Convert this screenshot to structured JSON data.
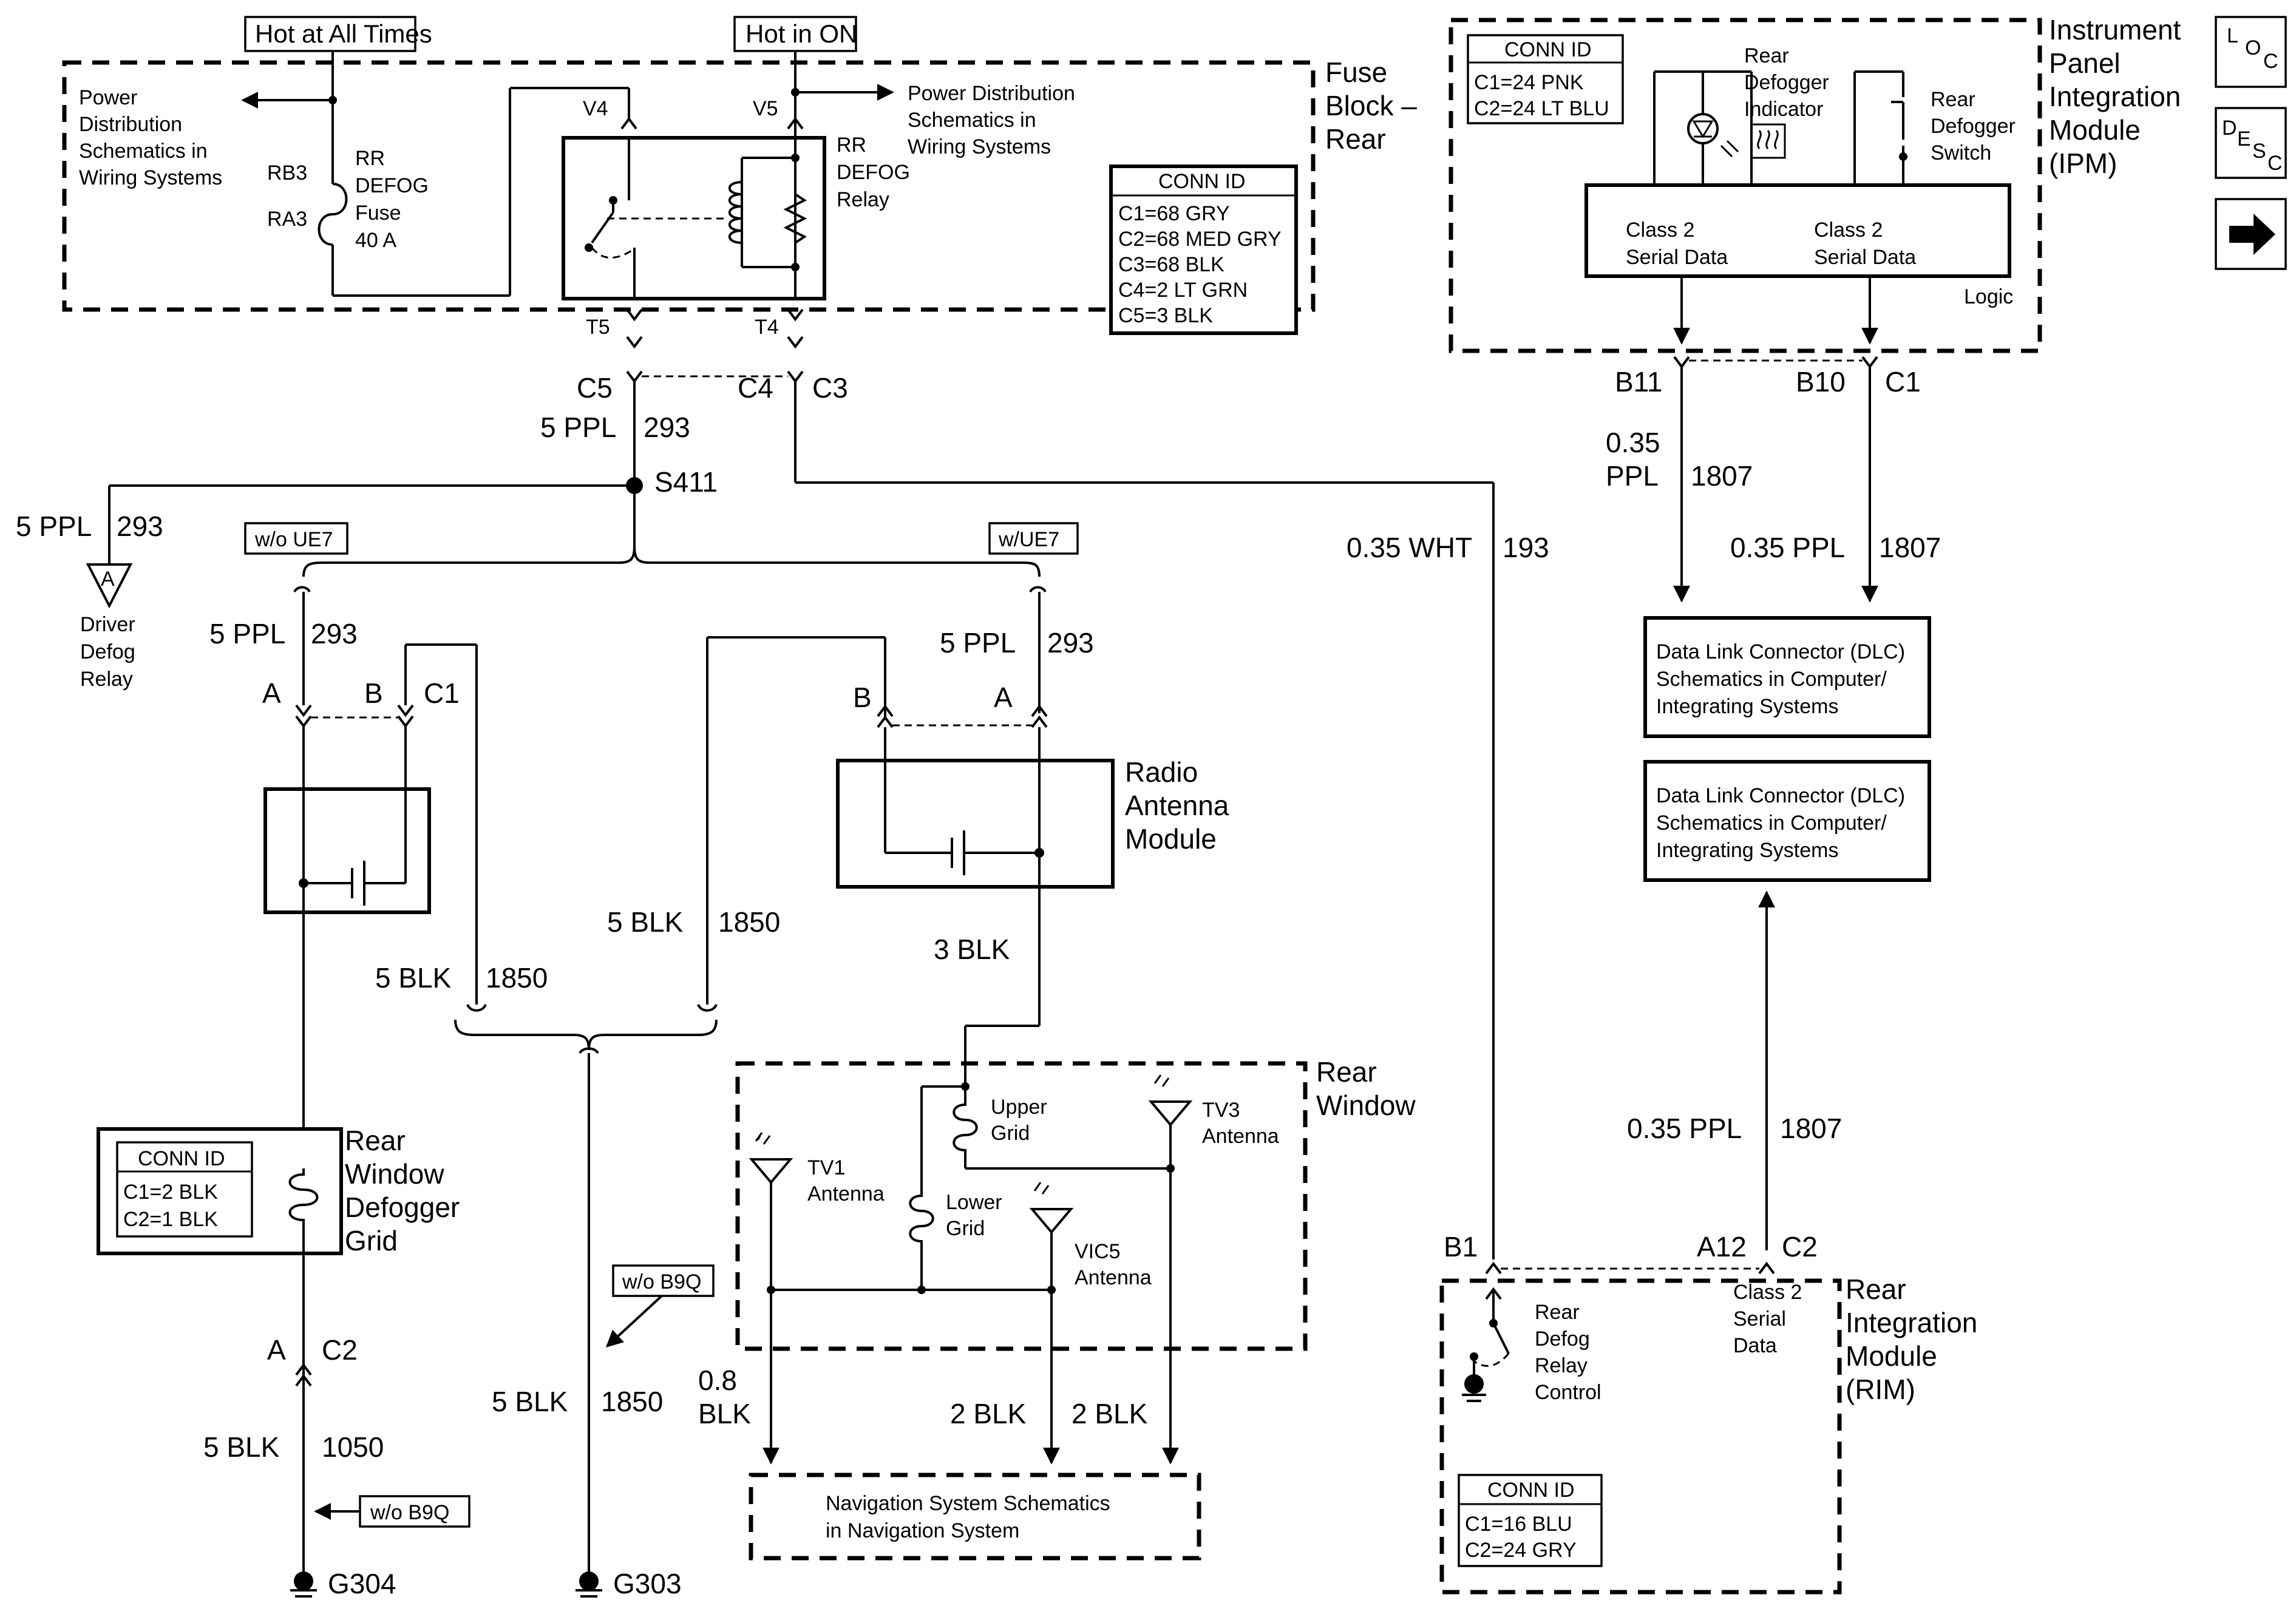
{
  "power_labels": {
    "hot_at_all_times": "Hot at All Times",
    "hot_in_on": "Hot in ON"
  },
  "fuse_block": {
    "title": [
      "Fuse",
      "Block –",
      "Rear"
    ],
    "power_dist_left": [
      "Power",
      "Distribution",
      "Schematics in",
      "Wiring Systems"
    ],
    "power_dist_right": [
      "Power Distribution",
      "Schematics in",
      "Wiring Systems"
    ],
    "fuse_pins": [
      "RB3",
      "RA3"
    ],
    "fuse_label": [
      "RR",
      "DEFOG",
      "Fuse",
      "40 A"
    ],
    "relay_label": [
      "RR",
      "DEFOG",
      "Relay"
    ],
    "terminals": {
      "v4": "V4",
      "v5": "V5",
      "t5": "T5",
      "t4": "T4"
    },
    "conn_id": {
      "title": "CONN ID",
      "lines": [
        "C1=68 GRY",
        "C2=68 MED GRY",
        "C3=68 BLK",
        "C4=2 LT GRN",
        "C5=3 BLK"
      ]
    }
  },
  "left_wires": {
    "c5": "C5",
    "c4": "C4",
    "c3": "C3",
    "wire_5ppl": "5 PPL",
    "circuit_293": "293",
    "splice": "S411",
    "driver_ref": "A",
    "driver_label": [
      "Driver",
      "Defog",
      "Relay"
    ],
    "wo_ue7": "w/o UE7",
    "w_ue7": "w/UE7"
  },
  "defogger": {
    "pin_a": "A",
    "pin_b": "B",
    "conn_c1": "C1",
    "conn_c2": "C2",
    "wire_5blk": "5 BLK",
    "circuit_1850": "1850",
    "circuit_1050": "1050",
    "grid_label": [
      "Rear",
      "Window",
      "Defogger",
      "Grid"
    ],
    "conn_id": {
      "title": "CONN ID",
      "lines": [
        "C1=2 BLK",
        "C2=1 BLK"
      ]
    },
    "wo_b9q": "w/o B9Q",
    "ground_304": "G304",
    "ground_303": "G303"
  },
  "radio_antenna": {
    "label": [
      "Radio",
      "Antenna",
      "Module"
    ],
    "pin_b": "B",
    "pin_a": "A",
    "wire_3blk": "3 BLK"
  },
  "rear_window": {
    "title": [
      "Rear",
      "Window"
    ],
    "upper_grid": [
      "Upper",
      "Grid"
    ],
    "lower_grid": [
      "Lower",
      "Grid"
    ],
    "tv1": [
      "TV1",
      "Antenna"
    ],
    "tv3": [
      "TV3",
      "Antenna"
    ],
    "vic5": [
      "VIC5",
      "Antenna"
    ],
    "wire_08": "0.8",
    "wire_blk": "BLK",
    "wire_2blk": "2 BLK"
  },
  "navigation": {
    "lines": [
      "Navigation System Schematics",
      "in Navigation System"
    ]
  },
  "ipm": {
    "title": [
      "Instrument",
      "Panel",
      "Integration",
      "Module",
      "(IPM)"
    ],
    "conn_id": {
      "title": "CONN ID",
      "lines": [
        "C1=24 PNK",
        "C2=24 LT BLU"
      ]
    },
    "indicator": [
      "Rear",
      "Defogger",
      "Indicator"
    ],
    "switch": [
      "Rear",
      "Defogger",
      "Switch"
    ],
    "serial_data": [
      "Class 2",
      "Serial Data"
    ],
    "logic": "Logic",
    "b11": "B11",
    "b10": "B10",
    "c1": "C1"
  },
  "dlc_wires": {
    "wire_035": "0.35",
    "wire_ppl": "PPL",
    "circuit_1807": "1807",
    "wire_035ppl": "0.35 PPL",
    "wire_035wht": "0.35 WHT",
    "circuit_193": "193"
  },
  "dlc": {
    "lines": [
      "Data Link Connector (DLC)",
      "Schematics in Computer/",
      "Integrating Systems"
    ]
  },
  "rim": {
    "title": [
      "Rear",
      "Integration",
      "Module",
      "(RIM)"
    ],
    "b1": "B1",
    "a12": "A12",
    "c2": "C2",
    "relay_control": [
      "Rear",
      "Defog",
      "Relay",
      "Control"
    ],
    "serial_data": [
      "Class 2",
      "Serial",
      "Data"
    ],
    "conn_id": {
      "title": "CONN ID",
      "lines": [
        "C1=16 BLU",
        "C2=24 GRY"
      ]
    }
  },
  "nav_icons": {
    "loc": [
      "L",
      "O",
      "C"
    ],
    "desc": [
      "D",
      "E",
      "S",
      "C"
    ]
  }
}
